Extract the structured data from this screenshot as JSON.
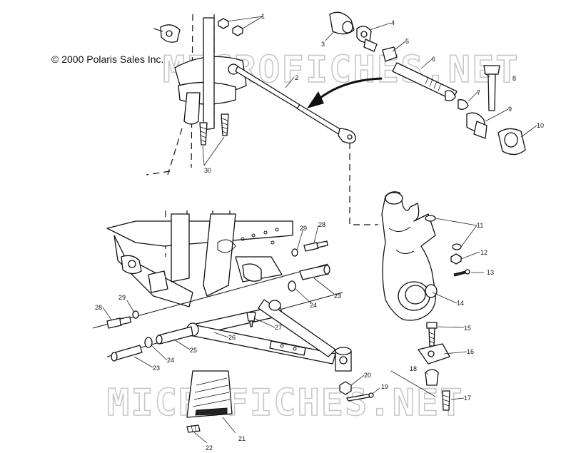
{
  "copyright": "© 2000 Polaris Sales Inc.",
  "watermark": "MICROFICHES.NET",
  "callouts": {
    "c1": "1",
    "c2": "2",
    "c3": "3",
    "c4": "4",
    "c5": "5",
    "c6": "6",
    "c7": "7",
    "c8": "8",
    "c9": "9",
    "c10": "10",
    "c11": "11",
    "c12": "12",
    "c13": "13",
    "c14": "14",
    "c15": "15",
    "c16": "16",
    "c17": "17",
    "c18": "18",
    "c19": "19",
    "c20": "20",
    "c21": "21",
    "c22": "22",
    "c23a": "23",
    "c23b": "23",
    "c24a": "24",
    "c24b": "24",
    "c25": "25",
    "c26": "26",
    "c27": "27",
    "c28a": "28",
    "c28b": "28",
    "c29a": "29",
    "c29b": "29",
    "c30": "30"
  }
}
